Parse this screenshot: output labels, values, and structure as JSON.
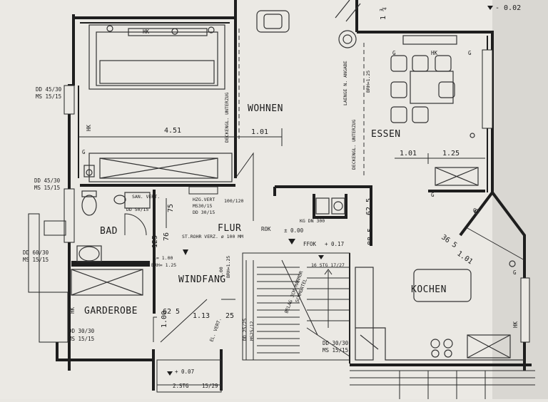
{
  "rooms": {
    "wohnen": "WOHNEN",
    "essen": "ESSEN",
    "flur": "FLUR",
    "bad": "BAD",
    "windfang": "WINDFANG",
    "garderobe": "GARDEROBE",
    "kochen": "KOCHEN"
  },
  "dimensions": {
    "d451": "4.51",
    "d101a": "1.01",
    "d101b": "1.01",
    "d125a": "1.25",
    "d75": "75",
    "d76": "76",
    "d125b": "125",
    "d625a": "62 5",
    "d625b": "62 5",
    "d885": "88 5",
    "d365": "36 5",
    "d101c": "1.01",
    "d113": "1.13",
    "d25": "25",
    "d100": "1.00",
    "top_right": "- 0.02",
    "top_left": "1 ¾"
  },
  "annotations": {
    "dd4530_1": "DD 45/30",
    "ms1515_1": "MS 15/15",
    "dd4530_2": "DD 45/30",
    "ms1515_2": "MS 15/15",
    "dd6030": "DD 60/30",
    "ms1515_3": "MS 15/15",
    "dd3030_1": "DD 30/30",
    "ms1515_4": "MS 15/15",
    "dd3030_2": "DD 30/30",
    "ms1515_5": "MS 15/15",
    "hk1": "HK",
    "hk2": "HK",
    "hk3": "HK",
    "hk4": "HK",
    "hk5": "HK",
    "g1": "G",
    "g2": "G",
    "g3": "G",
    "g4": "G",
    "g5": "G",
    "g6": "G",
    "deckengl_1": "DECKENGL. UNTERZUG",
    "deckengl_2": "DECKENGL. UNTERZUG",
    "laenge": "LAENGE N. ANGABE",
    "brh125_essen": "BRH=1.25",
    "san_vert": "SAN. VERT.",
    "dd5015": "DD 50/15",
    "hzg_vert": "HZG.VERT",
    "ms3015": "MS30/15",
    "dd3015": "DD 30/15",
    "d100120": "100/120",
    "kg_dn": "KG DN 300",
    "strohr": "ST.ROHR VERZ. ø 100 MM",
    "rok": "ROK",
    "rok_val": "± 0.00",
    "ffok": "FFOK",
    "ffok_val": "+ 0.17",
    "stg": "16 STG 17/27",
    "belag": "BELAG 3CM MARMOR",
    "schmortel": "SCHMORTEL",
    "l100": "L= 1.00",
    "brh125": "BRH= 1.25",
    "brh125_wf": "BRH=1.25",
    "w100": "1.00",
    "el_vert": "EL. VERT.",
    "dd2525": "DD 25/25",
    "ms2512": "MS25/12",
    "plus007": "+ 0.07",
    "stg2": "2.STG",
    "stg2_val": "15/29"
  }
}
